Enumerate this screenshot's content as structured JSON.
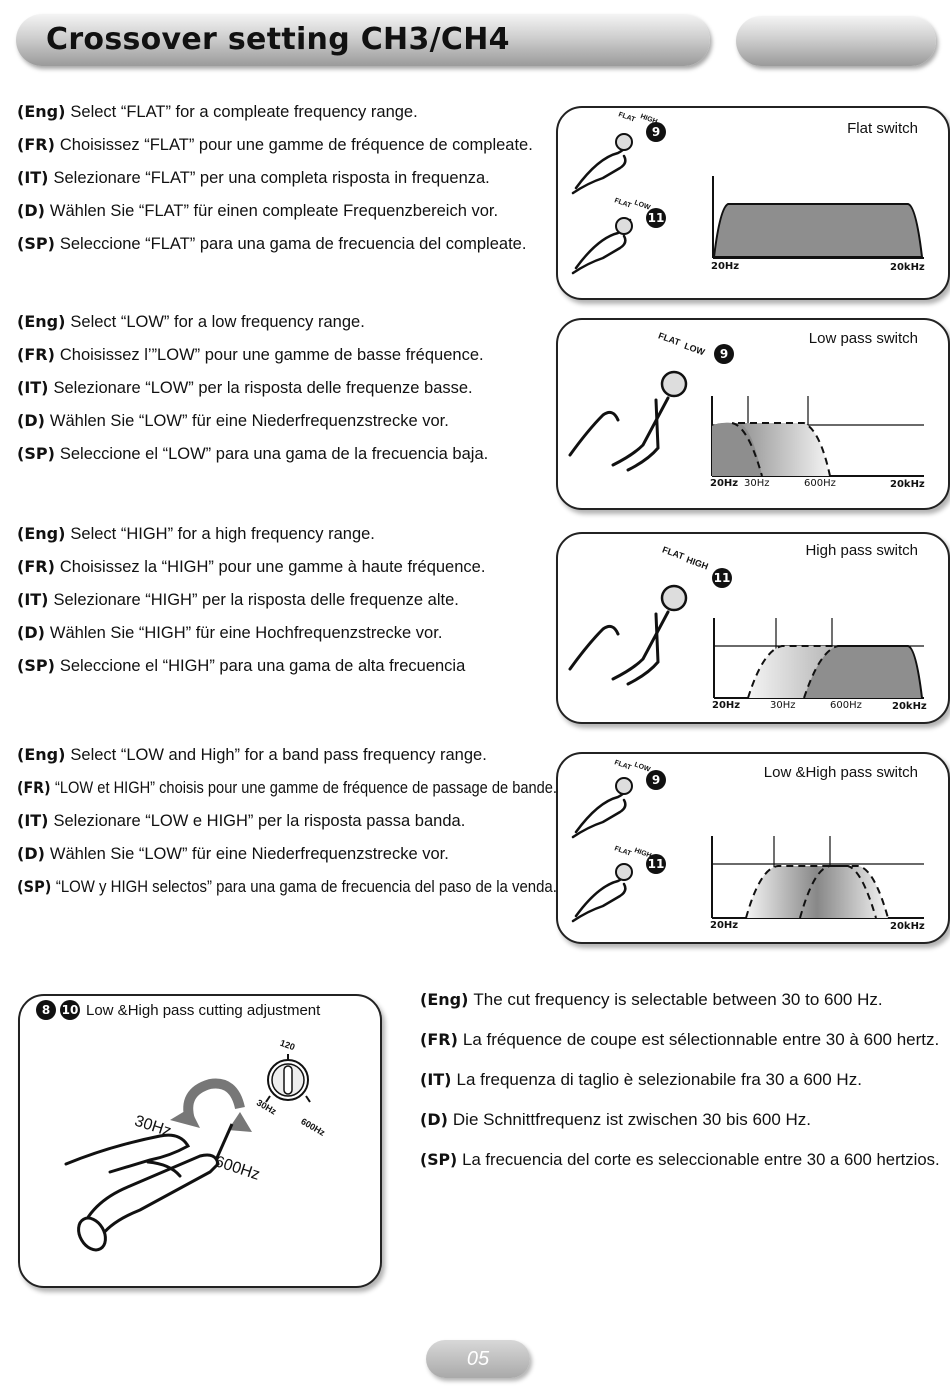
{
  "header": {
    "title": "Crossover setting CH3/CH4"
  },
  "sections": [
    {
      "lines": [
        {
          "tag": "(Eng)",
          "text": "Select “FLAT” for a compleate frequency range."
        },
        {
          "tag": "(FR)",
          "text": "Choisissez “FLAT” pour une gamme de fréquence de compleate."
        },
        {
          "tag": "(IT)",
          "text": "Selezionare “FLAT” per una completa risposta in frequenza."
        },
        {
          "tag": "(D)",
          "text": "Wählen Sie “FLAT” für einen compleate Frequenzbereich vor."
        },
        {
          "tag": "(SP)",
          "text": "Seleccione “FLAT” para una gama de frecuencia del compleate."
        }
      ],
      "panel": {
        "title": "Flat switch",
        "badges": [
          "9",
          "11"
        ],
        "switch_labels": [
          "FLAT",
          "HIGH",
          "FLAT",
          "LOW"
        ],
        "axis": [
          "20Hz",
          "20kHz"
        ]
      }
    },
    {
      "lines": [
        {
          "tag": "(Eng)",
          "text": "Select “LOW” for a low frequency range."
        },
        {
          "tag": "(FR)",
          "text": "Choisissez l’”LOW” pour une gamme de basse fréquence."
        },
        {
          "tag": "(IT)",
          "text": "Selezionare “LOW” per la risposta delle frequenze basse."
        },
        {
          "tag": "(D)",
          "text": "Wählen Sie “LOW” für eine Niederfrequenzstrecke vor."
        },
        {
          "tag": "(SP)",
          "text": "Seleccione el “LOW” para una gama de la frecuencia baja."
        }
      ],
      "panel": {
        "title": "Low pass switch",
        "badges": [
          "9"
        ],
        "switch_labels": [
          "FLAT",
          "LOW"
        ],
        "axis": [
          "20Hz",
          "30Hz",
          "600Hz",
          "20kHz"
        ]
      }
    },
    {
      "lines": [
        {
          "tag": "(Eng)",
          "text": "Select “HIGH” for a high frequency range."
        },
        {
          "tag": "(FR)",
          "text": "Choisissez la “HIGH” pour une gamme à haute fréquence."
        },
        {
          "tag": "(IT)",
          "text": "Selezionare “HIGH” per la risposta delle frequenze alte."
        },
        {
          "tag": "(D)",
          "text": "Wählen Sie “HIGH” für eine Hochfrequenzstrecke vor."
        },
        {
          "tag": "(SP)",
          "text": "Seleccione el “HIGH” para una gama de alta frecuencia"
        }
      ],
      "panel": {
        "title": "High pass switch",
        "badges": [
          "11"
        ],
        "switch_labels": [
          "FLAT",
          "HIGH"
        ],
        "axis": [
          "20Hz",
          "30Hz",
          "600Hz",
          "20kHz"
        ]
      }
    },
    {
      "lines": [
        {
          "tag": "(Eng)",
          "text": "Select “LOW and High” for a band pass frequency range."
        },
        {
          "tag": "(FR)",
          "text": "“LOW et HIGH” choisis pour une gamme de fréquence de passage de bande."
        },
        {
          "tag": "(IT)",
          "text": "Selezionare “LOW e HIGH” per la risposta passa banda."
        },
        {
          "tag": "(D)",
          "text": "Wählen Sie “LOW” für eine Niederfrequenzstrecke vor."
        },
        {
          "tag": "(SP)",
          "text": "“LOW y HIGH selectos” para una gama de frecuencia del paso de la venda."
        }
      ],
      "panel": {
        "title": "Low &High pass switch",
        "badges": [
          "9",
          "11"
        ],
        "switch_labels": [
          "FLAT",
          "LOW",
          "FLAT",
          "HIGH"
        ],
        "axis": [
          "20Hz",
          "20kHz"
        ]
      }
    }
  ],
  "adjustment": {
    "badges": [
      "8",
      "10"
    ],
    "title": "Low &High pass cutting adjustment",
    "knob_labels": [
      "120",
      "30Hz",
      "600Hz"
    ],
    "arrow_labels": [
      "30Hz",
      "600Hz"
    ],
    "lines": [
      {
        "tag": "(Eng)",
        "text": "The cut frequency is selectable between 30 to 600 Hz."
      },
      {
        "tag": "(FR)",
        "text": "La fréquence de coupe est sélectionnable entre 30 à 600 hertz."
      },
      {
        "tag": "(IT)",
        "text": "La frequenza di taglio è selezionabile fra 30 a 600 Hz."
      },
      {
        "tag": "(D)",
        "text": "Die Schnittfrequenz ist zwischen 30 bis 600 Hz."
      },
      {
        "tag": "(SP)",
        "text": "La frecuencia del corte es seleccionable entre 30 a 600 hertzios."
      }
    ]
  },
  "footer": {
    "page_number": "05"
  }
}
